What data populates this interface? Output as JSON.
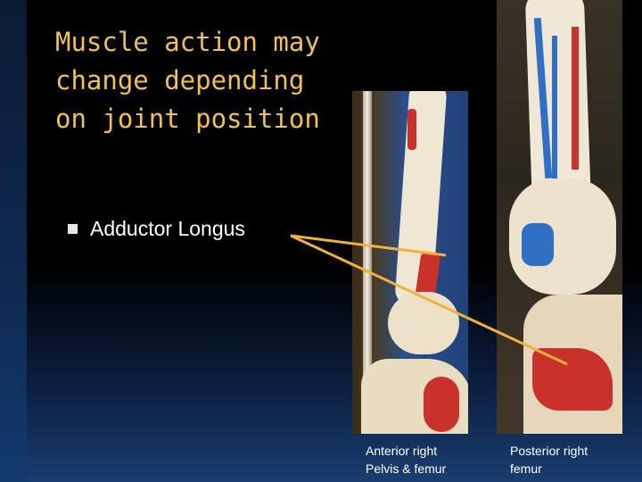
{
  "slide": {
    "title": "Muscle action may\nchange depending\non joint position",
    "bullet": "Adductor Longus",
    "captions": {
      "anterior": "Anterior right\nPelvis & femur",
      "posterior": "Posterior right\nfemur"
    },
    "colors": {
      "title": "#f2c14e",
      "pointer_line": "#f2b13a",
      "muscle_red": "#c8322a",
      "muscle_blue": "#2f6fc4"
    }
  }
}
